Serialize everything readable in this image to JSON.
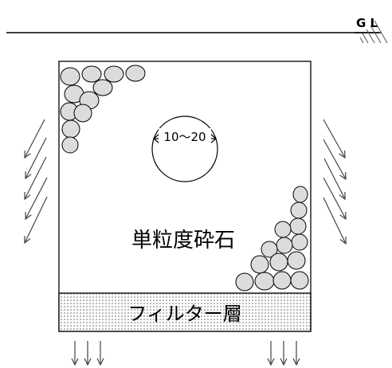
{
  "ground_label": "G L",
  "stone_size_label": "10～20",
  "material_label": "単粒度砕石",
  "filter_label": "フィルター層"
}
